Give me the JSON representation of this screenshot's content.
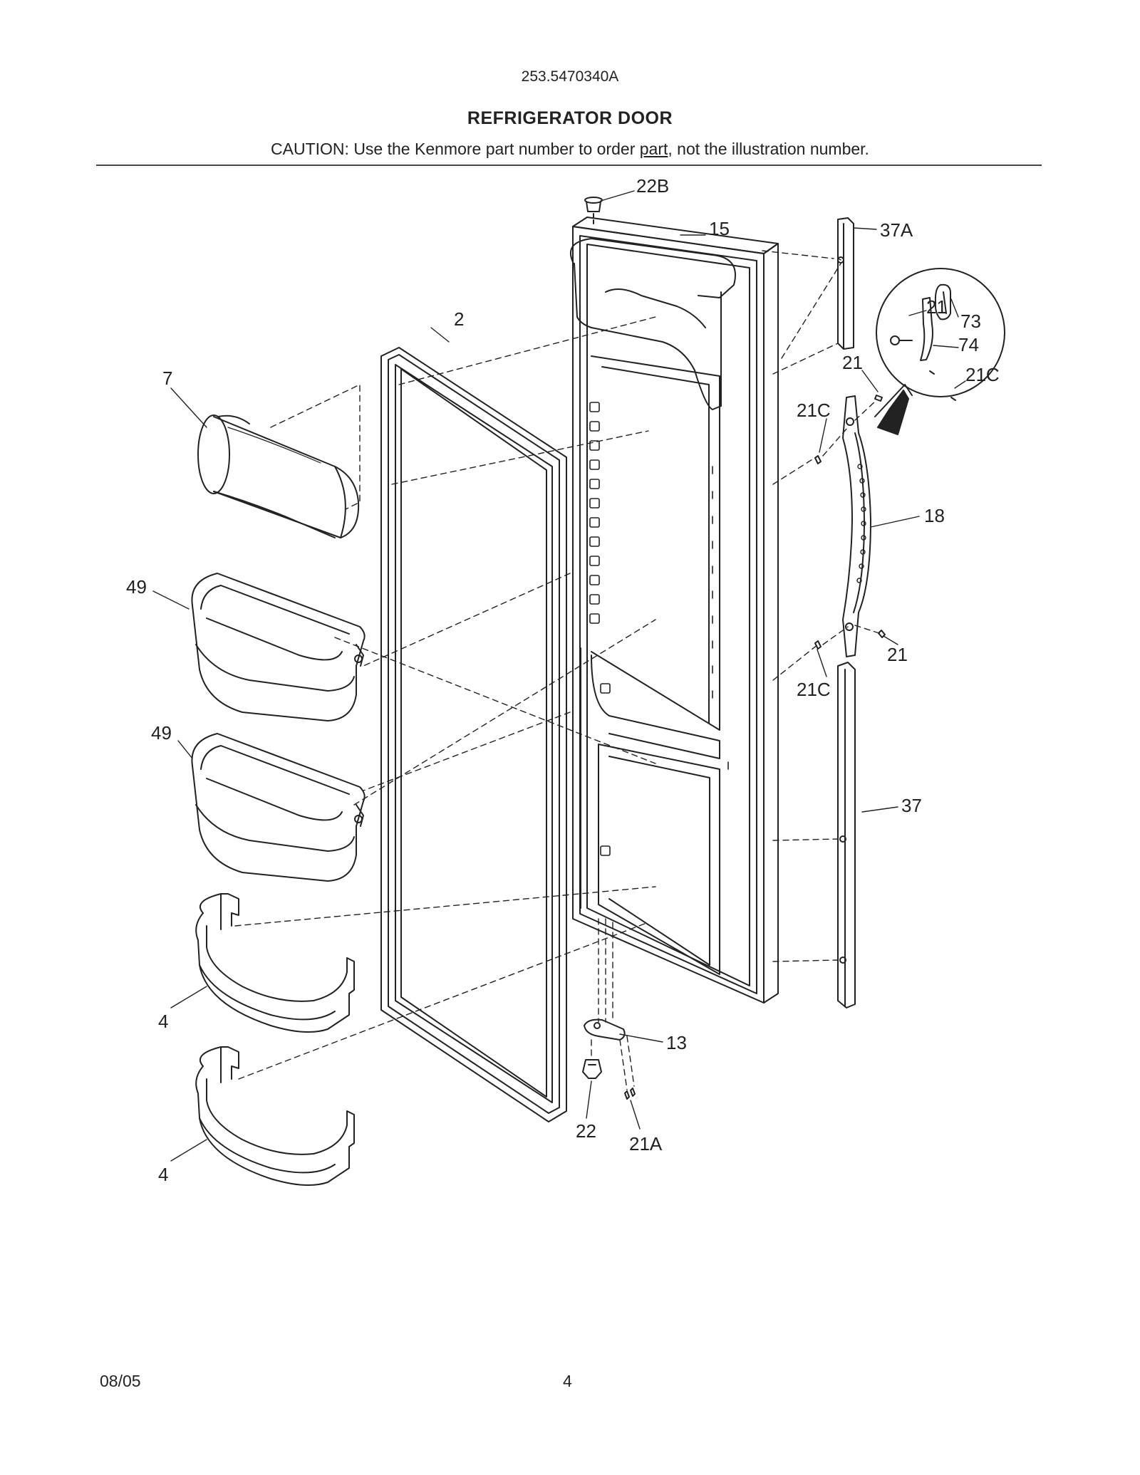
{
  "header": {
    "model_number": "253.5470340A",
    "title": "REFRIGERATOR DOOR",
    "caution_prefix": "CAUTION: Use the Kenmore part number to order ",
    "caution_link": "part",
    "caution_suffix": ", not the illustration number."
  },
  "callouts": {
    "c22B": "22B",
    "c15": "15",
    "c37A": "37A",
    "c2": "2",
    "c7": "7",
    "c21_detail": "21",
    "c73": "73",
    "c74": "74",
    "c21C_detail": "21C",
    "c21_top": "21",
    "c21C_top": "21C",
    "c18": "18",
    "c49_a": "49",
    "c49_b": "49",
    "c21_bottom": "21",
    "c21C_bottom": "21C",
    "c37": "37",
    "c4_a": "4",
    "c4_b": "4",
    "c13": "13",
    "c22": "22",
    "c21A": "21A"
  },
  "footer": {
    "date": "08/05",
    "page_number": "4"
  }
}
